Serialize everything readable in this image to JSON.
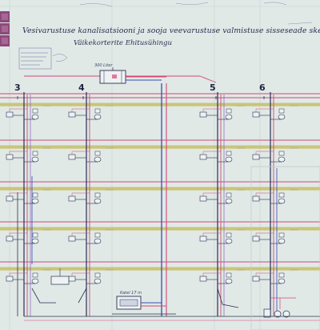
{
  "drawing": {
    "title": "Vesivarustuse kanalisatsiooni ja sooja veevarustuse valmistuse sisseseade skeem",
    "subtitle": "Väikekorterite Ehitusühingu",
    "risers": [
      "3",
      "4",
      "5",
      "6"
    ],
    "labels": {
      "tank": "300 Liter",
      "boiler": "Katel 17 m"
    },
    "colors": {
      "paper": "#e4ebe9",
      "floor_line": "#c9c26a",
      "ink": "#2a2f52",
      "pipe_red": "#d4487a",
      "pipe_blue": "#3a4bb3",
      "pipe_purple": "#8a5cc0"
    }
  }
}
